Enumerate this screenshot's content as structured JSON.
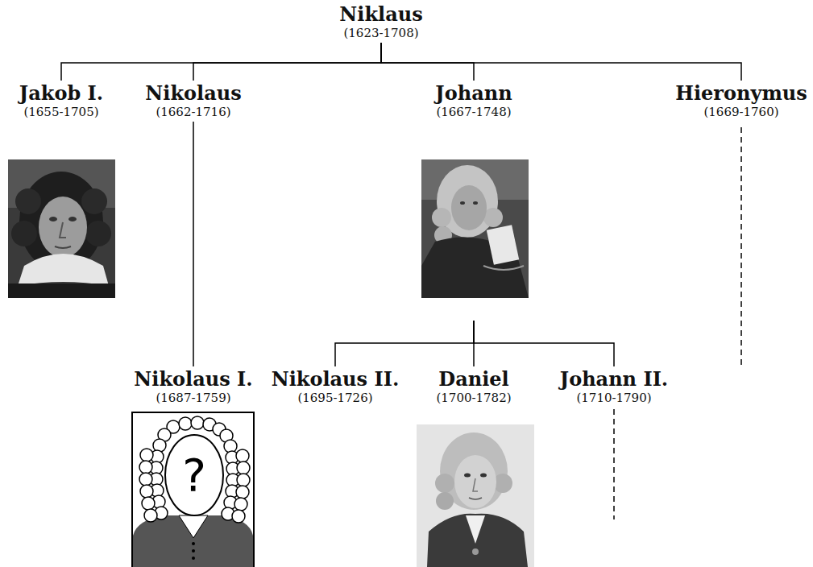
{
  "diagram": {
    "nodes": [
      {
        "text": [
          "Niklaus",
          "(1623-1708)"
        ]
      },
      {
        "text": [
          "Jakob I.",
          "(1655-1705)"
        ]
      },
      {
        "text": [
          "Nikolaus",
          "(1662-1716)"
        ]
      },
      {
        "text": [
          "Johann",
          "(1667-1748)"
        ]
      },
      {
        "text": [
          "Hieronymus",
          "(1669-1760)"
        ]
      },
      {
        "text": [
          "Nikolaus I.",
          "(1687-1759)"
        ]
      },
      {
        "text": [
          "Nikolaus II.",
          "(1695-1726)"
        ]
      },
      {
        "text": [
          "Daniel",
          "(1700-1782)"
        ]
      },
      {
        "text": [
          "Johann II.",
          "(1710-1790)"
        ]
      }
    ],
    "edges": [
      {
        "from": 0,
        "to": 1,
        "arrow": "none"
      },
      {
        "from": 0,
        "to": 2,
        "arrow": "none"
      },
      {
        "from": 0,
        "to": 3,
        "arrow": "none"
      },
      {
        "from": 0,
        "to": 4,
        "arrow": "none"
      },
      {
        "from": 2,
        "to": 5,
        "arrow": "none"
      },
      {
        "from": 3,
        "to": 6,
        "arrow": "none"
      },
      {
        "from": 3,
        "to": 7,
        "arrow": "none"
      },
      {
        "from": 3,
        "to": 8,
        "arrow": "none"
      }
    ],
    "labels": [
      "?"
    ]
  }
}
